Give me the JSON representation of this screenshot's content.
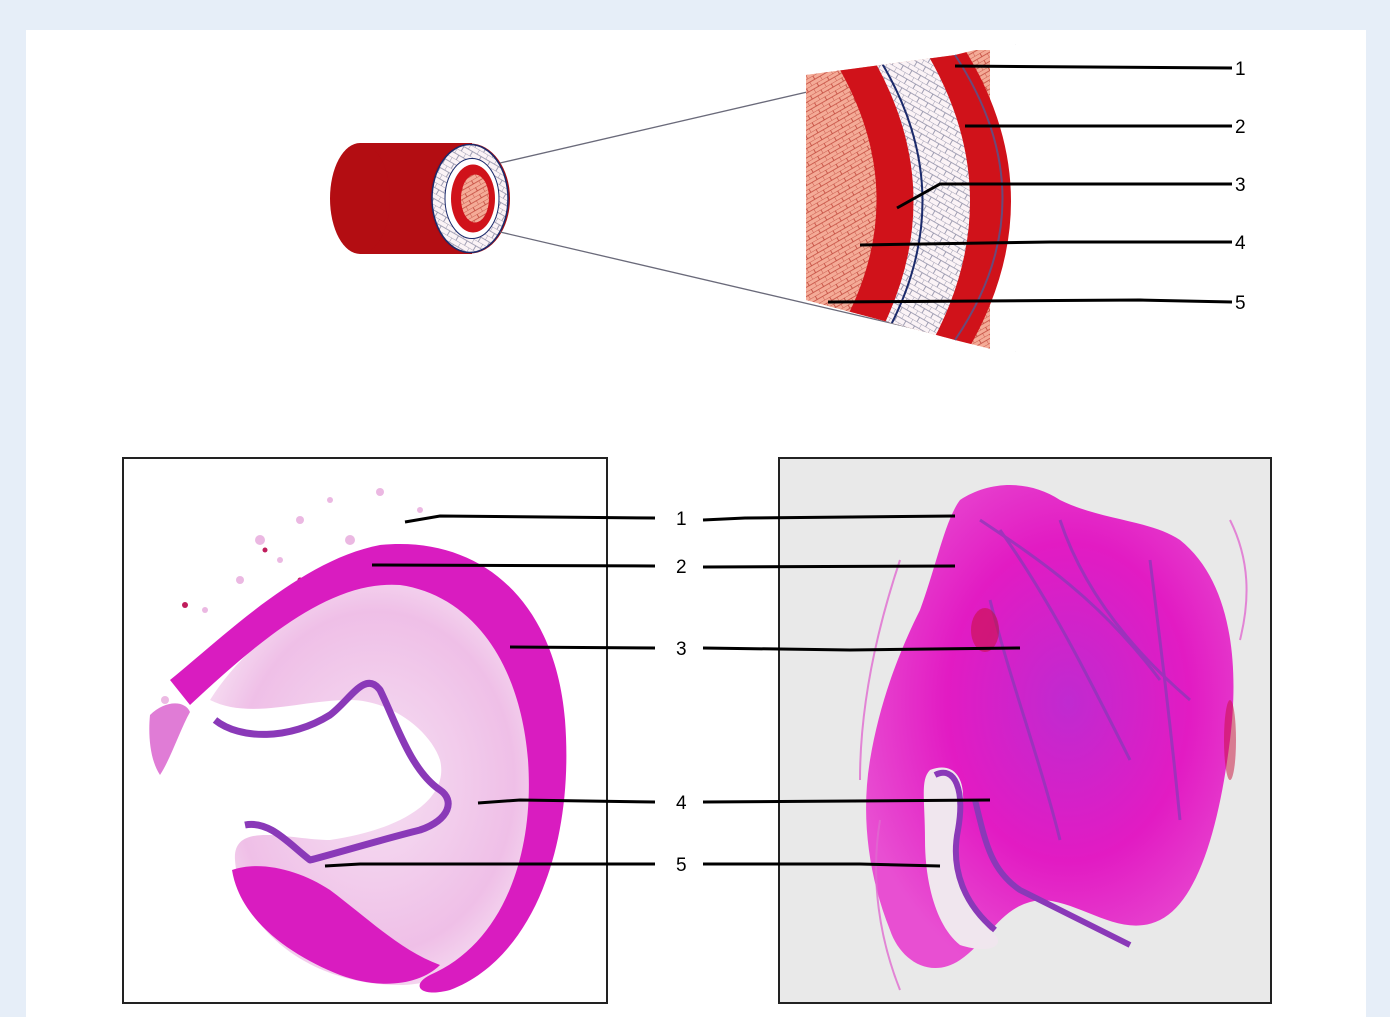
{
  "diagram": {
    "top_labels": [
      "1",
      "2",
      "3",
      "4",
      "5"
    ],
    "left_labels": [
      "1",
      "2",
      "3",
      "4",
      "5"
    ],
    "right_labels": [
      "1",
      "2",
      "3",
      "4",
      "5"
    ],
    "colors": {
      "page_background": "#e6eef8",
      "vessel_red": "#b30d12",
      "layer_red": "#d0121a",
      "salmon": "#f4ab97",
      "tissue_magenta": "#d91cc0",
      "tissue_pale": "#f2c6ec",
      "tissue_purple": "#8a39b8",
      "right_panel_bg": "#e9e9e9"
    }
  }
}
